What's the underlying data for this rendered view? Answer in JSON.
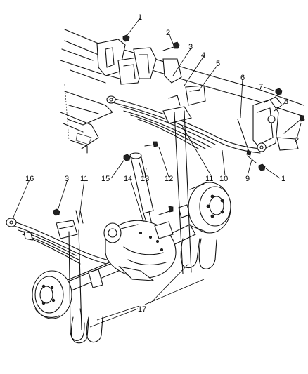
{
  "diagram": {
    "callouts": [
      {
        "id": "c1a",
        "label": "1"
      },
      {
        "id": "c2a",
        "label": "2"
      },
      {
        "id": "c3a",
        "label": "3"
      },
      {
        "id": "c4",
        "label": "4"
      },
      {
        "id": "c5",
        "label": "5"
      },
      {
        "id": "c6",
        "label": "6"
      },
      {
        "id": "c7",
        "label": "7"
      },
      {
        "id": "c8",
        "label": "8"
      },
      {
        "id": "c2b",
        "label": "2"
      },
      {
        "id": "c9",
        "label": "9"
      },
      {
        "id": "c1b",
        "label": "1"
      },
      {
        "id": "c10",
        "label": "10"
      },
      {
        "id": "c11a",
        "label": "11"
      },
      {
        "id": "c12",
        "label": "12"
      },
      {
        "id": "c13",
        "label": "13"
      },
      {
        "id": "c14",
        "label": "14"
      },
      {
        "id": "c15",
        "label": "15"
      },
      {
        "id": "c16",
        "label": "16"
      },
      {
        "id": "c3b",
        "label": "3"
      },
      {
        "id": "c11b",
        "label": "11"
      },
      {
        "id": "c17",
        "label": "17"
      }
    ]
  }
}
